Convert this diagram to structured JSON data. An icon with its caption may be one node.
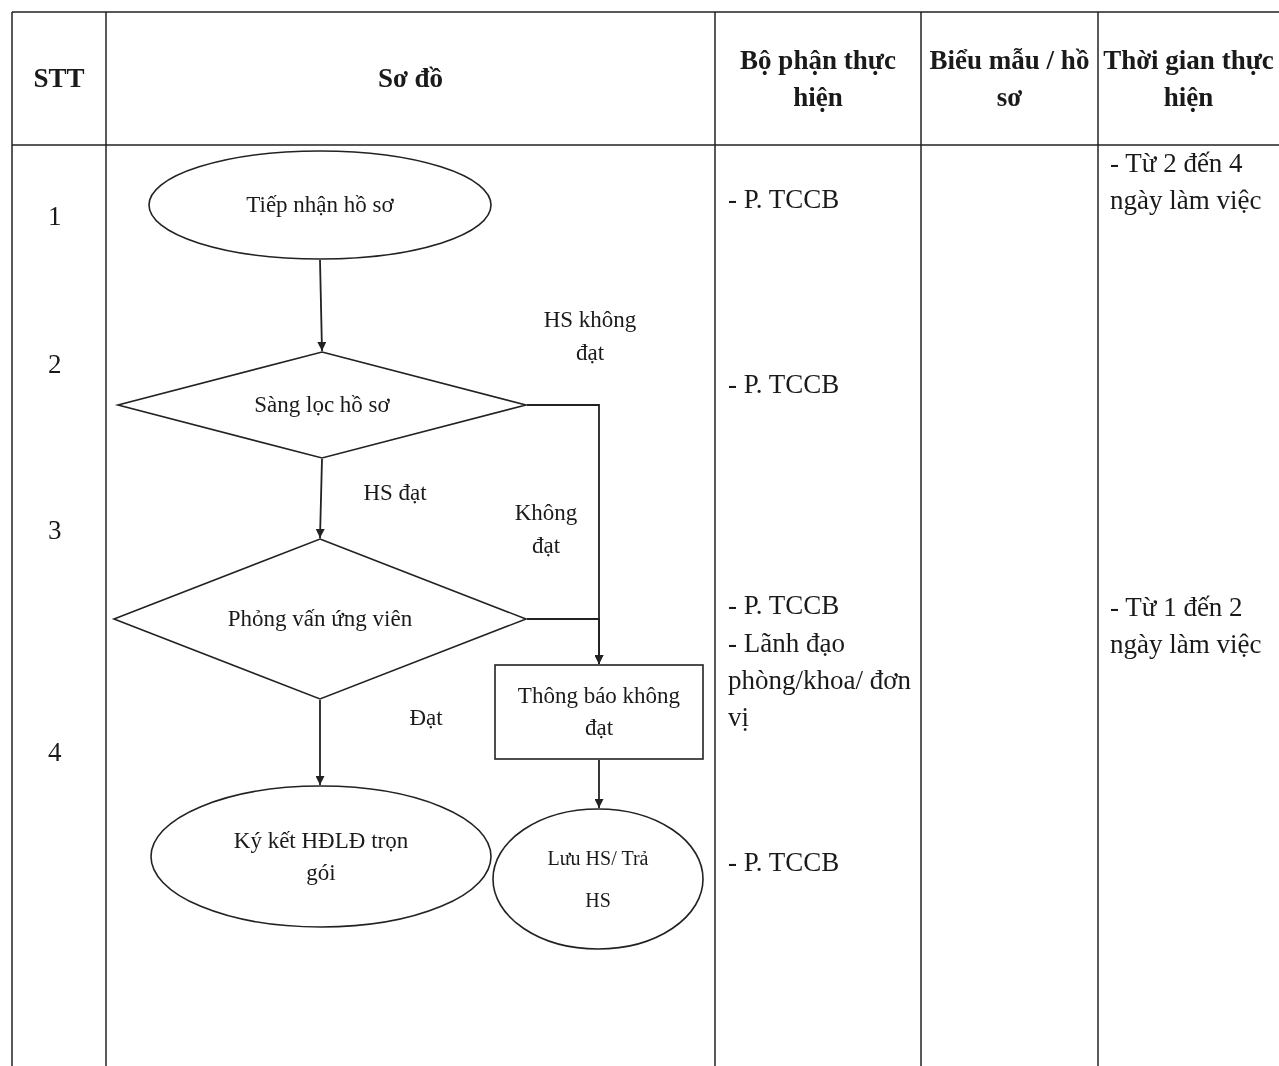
{
  "diagram": {
    "nodes": [
      {
        "text": [
          "Tiếp nhận hồ sơ"
        ]
      },
      {
        "text": [
          "Sàng lọc hồ sơ"
        ]
      },
      {
        "text": [
          "Phỏng vấn ứng viên"
        ]
      },
      {
        "text": [
          "Thông báo không đạt"
        ]
      },
      {
        "text": [
          "Ký kết HĐLĐ trọn gói"
        ]
      },
      {
        "text": [
          "Lưu HS/ Trả HS"
        ]
      }
    ],
    "edges": [
      {
        "from": 0,
        "to": 1,
        "arrow": "to"
      },
      {
        "from": 1,
        "to": 2,
        "label": "HS đạt",
        "arrow": "to"
      },
      {
        "from": 1,
        "to": 3,
        "label": "HS không đạt",
        "arrow": "to"
      },
      {
        "from": 2,
        "to": 3,
        "label": "Không đạt",
        "arrow": "to"
      },
      {
        "from": 2,
        "to": 4,
        "label": "Đạt",
        "arrow": "to"
      },
      {
        "from": 3,
        "to": 5,
        "arrow": "to"
      }
    ],
    "labels": [
      "STT",
      "Sơ đồ",
      "Bộ phận thực hiện",
      "Biểu mẫu / hồ sơ",
      "Thời gian thực hiện",
      "1",
      "- P. TCCB",
      "- Từ 2 đến 4 ngày làm việc",
      "2",
      "- P. TCCB",
      "3",
      "- P. TCCB",
      "- Lãnh đạo phòng/khoa/ đơn vị",
      "- Từ 1 đến 2 ngày làm việc",
      "4",
      "- P. TCCB"
    ]
  }
}
